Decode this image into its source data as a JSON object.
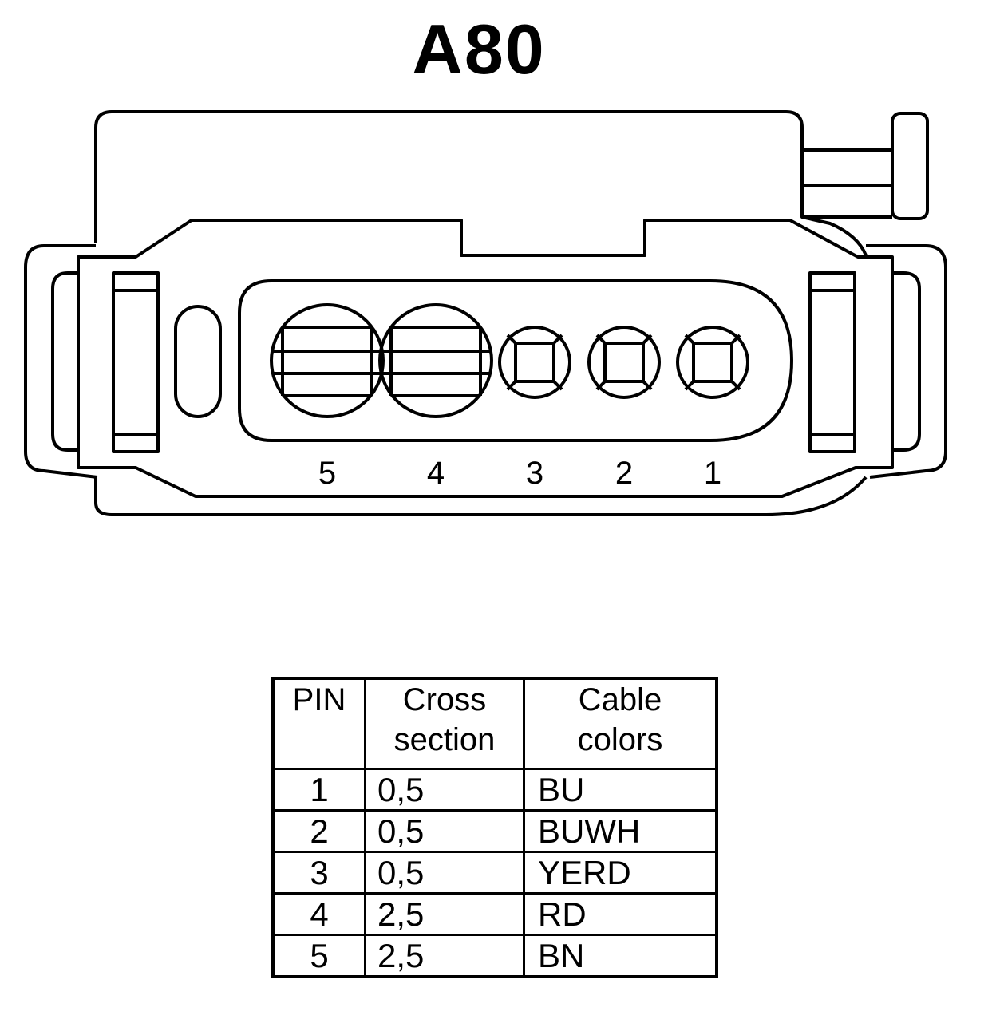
{
  "title": "A80",
  "connector": {
    "pin_labels": [
      "5",
      "4",
      "3",
      "2",
      "1"
    ]
  },
  "table": {
    "headers": {
      "pin": "PIN",
      "cross_section": [
        "Cross",
        "section"
      ],
      "cable_colors": [
        "Cable",
        "colors"
      ]
    },
    "rows": [
      {
        "pin": "1",
        "cross_section": "0,5",
        "color": "BU"
      },
      {
        "pin": "2",
        "cross_section": "0,5",
        "color": "BUWH"
      },
      {
        "pin": "3",
        "cross_section": "0,5",
        "color": "YERD"
      },
      {
        "pin": "4",
        "cross_section": "2,5",
        "color": "RD"
      },
      {
        "pin": "5",
        "cross_section": "2,5",
        "color": "BN"
      }
    ]
  }
}
